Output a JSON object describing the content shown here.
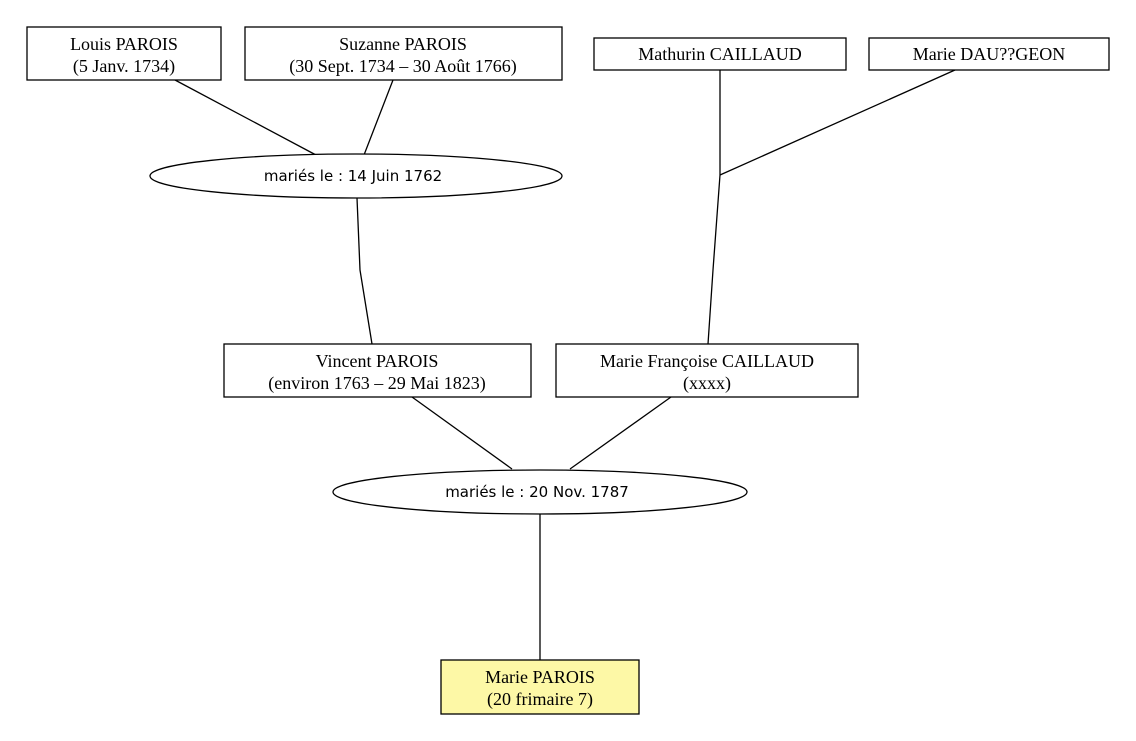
{
  "persons": {
    "louis": {
      "name": "Louis PAROIS",
      "dates": "(5 Janv. 1734)"
    },
    "suzanne": {
      "name": "Suzanne PAROIS",
      "dates": "(30 Sept. 1734 – 30 Août 1766)"
    },
    "mathurin": {
      "name": "Mathurin CAILLAUD"
    },
    "marie_dau": {
      "name": "Marie DAU??GEON"
    },
    "vincent": {
      "name": "Vincent PAROIS",
      "dates": "(environ 1763 – 29 Mai 1823)"
    },
    "marie_francoise": {
      "name": "Marie Françoise CAILLAUD",
      "dates": "(xxxx)"
    },
    "marie_parois": {
      "name": "Marie PAROIS",
      "dates": "(20 frimaire 7)"
    }
  },
  "marriages": {
    "first": {
      "label": "mariés le : 14 Juin 1762"
    },
    "second": {
      "label": "mariés le : 20 Nov. 1787"
    }
  },
  "colors": {
    "highlight": "#fdf8a6",
    "stroke": "#000000"
  }
}
